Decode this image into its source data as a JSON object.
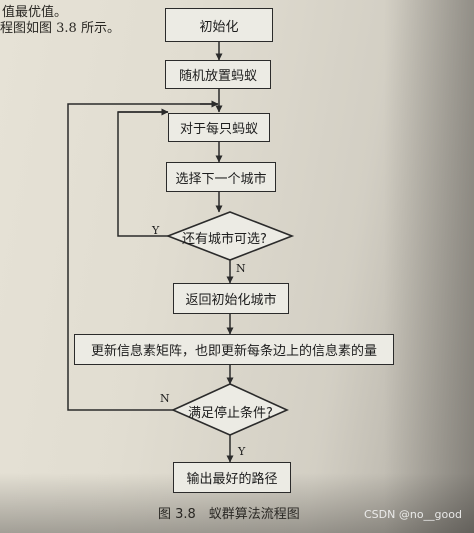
{
  "page_text": {
    "line1": "值最优值。",
    "line2": "程图如图 3.8 所示。"
  },
  "flowchart": {
    "nodes": {
      "init": "初始化",
      "place_ants": "随机放置蚂蚁",
      "for_each_ant": "对于每只蚂蚁",
      "select_next_city": "选择下一个城市",
      "cities_available": "还有城市可选?",
      "return_init_city": "返回初始化城市",
      "update_pheromone": "更新信息素矩阵，也即更新每条边上的信息素的量",
      "stop_condition": "满足停止条件?",
      "output_best_path": "输出最好的路径"
    },
    "edge_labels": {
      "cities_yes": "Y",
      "cities_no": "N",
      "stop_no": "N",
      "stop_yes": "Y"
    }
  },
  "caption": "图 3.8　蚁群算法流程图",
  "watermark": "CSDN @no__good"
}
